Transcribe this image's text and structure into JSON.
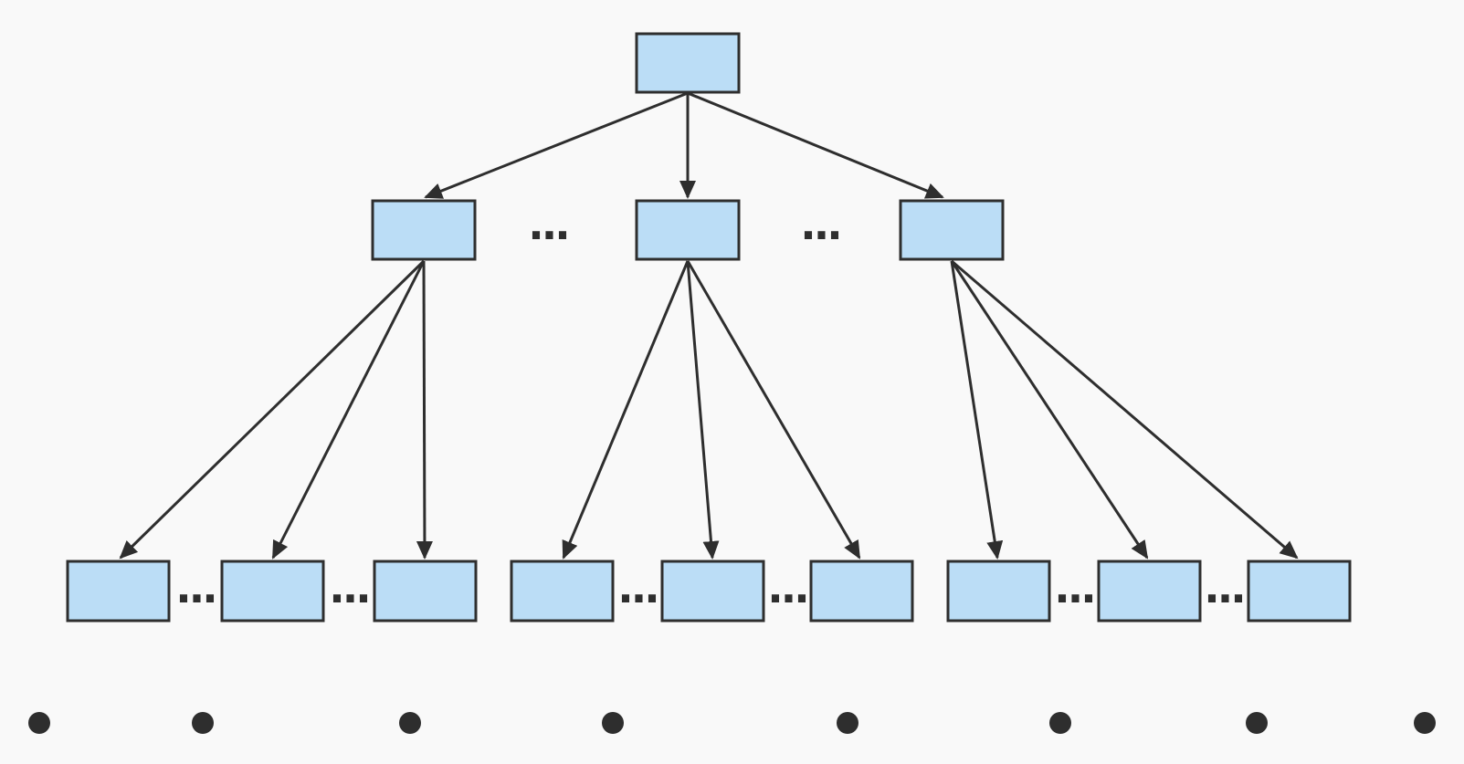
{
  "diagram": {
    "type": "tree",
    "description": "Three-level hierarchical tree diagram (index/B-tree style) with unlabeled blue rectangular nodes, ellipses standing for omitted sibling nodes, arrows from each parent to three children, and a bottom row of dots standing for the omitted leaf level",
    "ellipsis": "...",
    "colors": {
      "background": "#F9F9F9",
      "node_fill": "#BBDDF6",
      "node_border": "#2E2E2E",
      "arrow": "#2E2E2E",
      "dot": "#2E2E2E"
    },
    "structure": {
      "levels": [
        {
          "level": 1,
          "name": "root",
          "node_count": 1
        },
        {
          "level": 2,
          "name": "internal",
          "node_count": 3,
          "ellipsis_count": 2
        },
        {
          "level": 3,
          "name": "internal",
          "node_count": 9,
          "group_count": 3,
          "ellipsis_count": 6
        },
        {
          "level": 4,
          "name": "leaf-row",
          "dot_count": 8
        }
      ],
      "edges": [
        {
          "from": "root",
          "to": [
            "l2-1",
            "l2-2",
            "l2-3"
          ]
        },
        {
          "from": "l2-1",
          "to": [
            "l3-1",
            "l3-2",
            "l3-3"
          ]
        },
        {
          "from": "l2-2",
          "to": [
            "l3-4",
            "l3-5",
            "l3-6"
          ]
        },
        {
          "from": "l2-3",
          "to": [
            "l3-7",
            "l3-8",
            "l3-9"
          ]
        }
      ]
    }
  }
}
